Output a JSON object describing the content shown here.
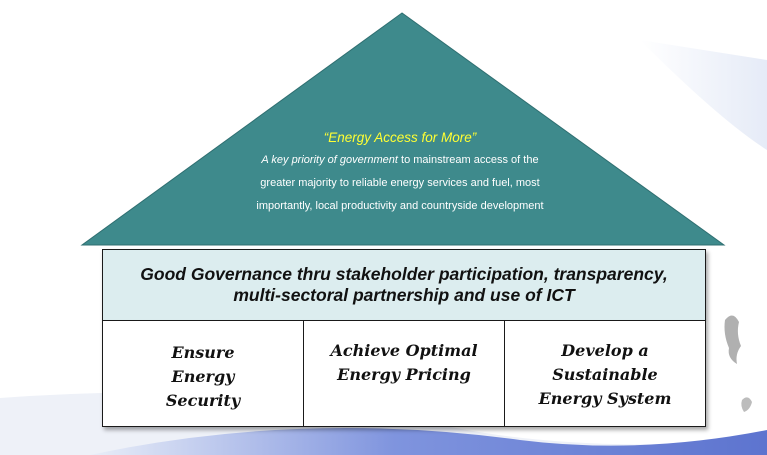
{
  "roof": {
    "title": "“Energy Access for More”",
    "desc_em": "A key priority of government",
    "desc_rest1": " to mainstream access of the",
    "desc_line2": "greater majority to reliable energy services and fuel, most",
    "desc_line3": "importantly, local productivity and countryside development"
  },
  "beam": {
    "text": "Good Governance thru stakeholder participation, transparency,\nmulti-sectoral partnership and use of ICT"
  },
  "pillars": [
    {
      "text": "Ensure\nEnergy\nSecurity"
    },
    {
      "text": "Achieve Optimal\nEnergy Pricing"
    },
    {
      "text": "Develop a\nSustainable\nEnergy System"
    }
  ],
  "colors": {
    "roof": "#3e8a8c",
    "roof_title": "#ffff33",
    "beam_bg": "#dcedef",
    "swoosh": "#6f86d8"
  }
}
